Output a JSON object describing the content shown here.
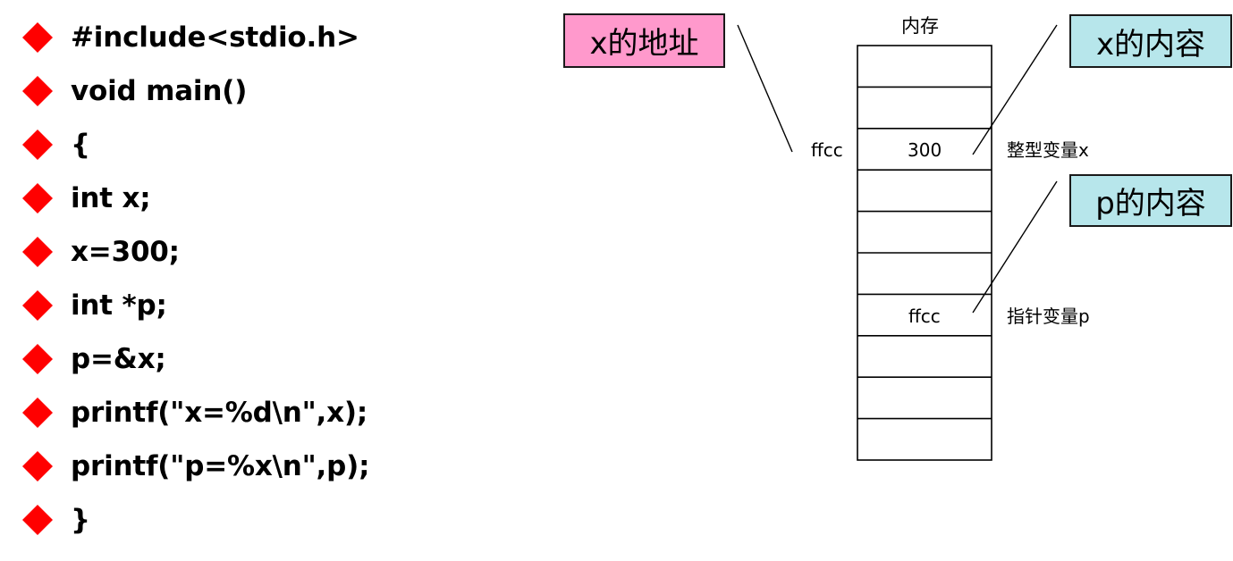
{
  "code_lines": [
    "#include<stdio.h>",
    "void main()",
    "{",
    "int x;",
    "x=300;",
    "int *p;",
    "p=&x;",
    "printf(\"x=%d\\n\",x);",
    "printf(\"p=%x\\n\",p);",
    "}"
  ],
  "bullet_icon": "red-diamond-icon",
  "memory": {
    "title": "内存",
    "cell_count": 10,
    "x_cell_index": 2,
    "p_cell_index": 6,
    "x_cell_value": "300",
    "p_cell_value": "ffcc",
    "x_address": "ffcc",
    "x_label": "整型变量x",
    "p_label": "指针变量p"
  },
  "callouts": {
    "x_address": "x的地址",
    "x_content": "x的内容",
    "p_content": "p的内容"
  },
  "colors": {
    "bullet": "#ff0000",
    "address_callout": "#ff99cc",
    "content_callout": "#b7e6eb"
  }
}
